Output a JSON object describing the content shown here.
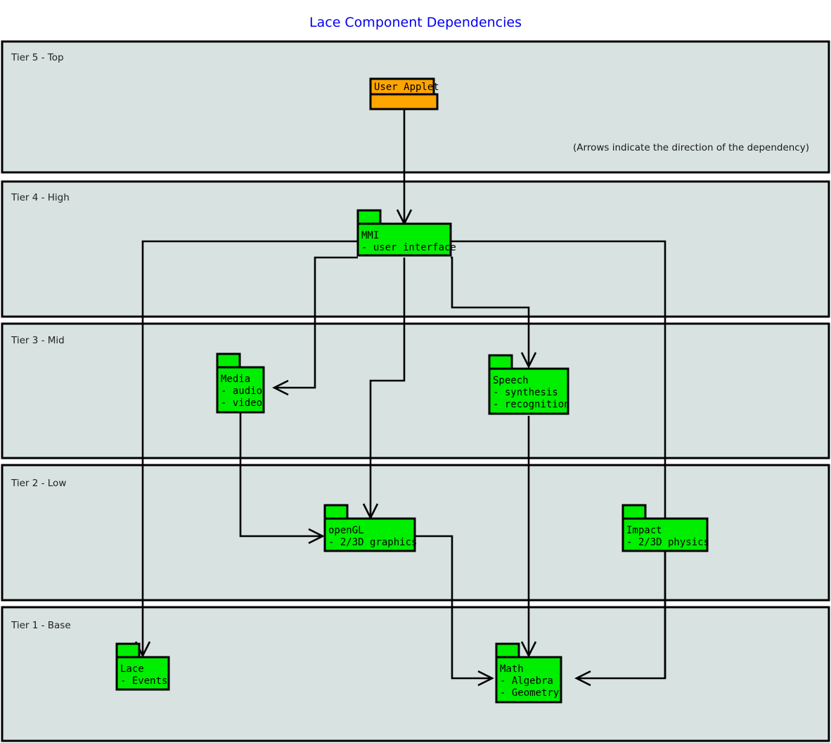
{
  "diagram": {
    "title": "Lace Component Dependencies",
    "title_color": "#0000ee",
    "note": "(Arrows indicate the direction of the dependency)",
    "background_color": "#ffffff",
    "band_color": "#d7e2e1",
    "node_color": "#00ee00",
    "root_node_color": "#ffa500",
    "line_color": "#000000"
  },
  "tiers": [
    {
      "id": "tier5",
      "label": "Tier 5 - Top"
    },
    {
      "id": "tier4",
      "label": "Tier 4 - High"
    },
    {
      "id": "tier3",
      "label": "Tier 3 - Mid"
    },
    {
      "id": "tier2",
      "label": "Tier 2 - Low"
    },
    {
      "id": "tier1",
      "label": "Tier 1 - Base"
    }
  ],
  "nodes": [
    {
      "id": "user-applet",
      "tier": "tier5",
      "name": "User Applet",
      "lines": [
        "User Applet"
      ],
      "color": "#ffa500"
    },
    {
      "id": "mmi",
      "tier": "tier4",
      "name": "MMI",
      "lines": [
        "MMI",
        "- user interface"
      ],
      "color": "#00ee00"
    },
    {
      "id": "media",
      "tier": "tier3",
      "name": "Media",
      "lines": [
        "Media",
        "- audio",
        "- video"
      ],
      "color": "#00ee00"
    },
    {
      "id": "speech",
      "tier": "tier3",
      "name": "Speech",
      "lines": [
        "Speech",
        "- synthesis",
        "- recognition"
      ],
      "color": "#00ee00"
    },
    {
      "id": "opengl",
      "tier": "tier2",
      "name": "openGL",
      "lines": [
        "openGL",
        "- 2/3D graphics"
      ],
      "color": "#00ee00"
    },
    {
      "id": "impact",
      "tier": "tier2",
      "name": "Impact",
      "lines": [
        "Impact",
        "- 2/3D physics"
      ],
      "color": "#00ee00"
    },
    {
      "id": "lace",
      "tier": "tier1",
      "name": "Lace",
      "lines": [
        "Lace",
        "- Events"
      ],
      "color": "#00ee00"
    },
    {
      "id": "math",
      "tier": "tier1",
      "name": "Math",
      "lines": [
        "Math",
        "- Algebra",
        "- Geometry"
      ],
      "color": "#00ee00"
    }
  ],
  "dependencies": [
    {
      "from": "user-applet",
      "to": "mmi"
    },
    {
      "from": "mmi",
      "to": "lace"
    },
    {
      "from": "mmi",
      "to": "media"
    },
    {
      "from": "mmi",
      "to": "opengl"
    },
    {
      "from": "mmi",
      "to": "speech"
    },
    {
      "from": "mmi",
      "to": "math"
    },
    {
      "from": "media",
      "to": "opengl"
    },
    {
      "from": "speech",
      "to": "math"
    },
    {
      "from": "opengl",
      "to": "math"
    },
    {
      "from": "impact",
      "to": "math"
    }
  ]
}
